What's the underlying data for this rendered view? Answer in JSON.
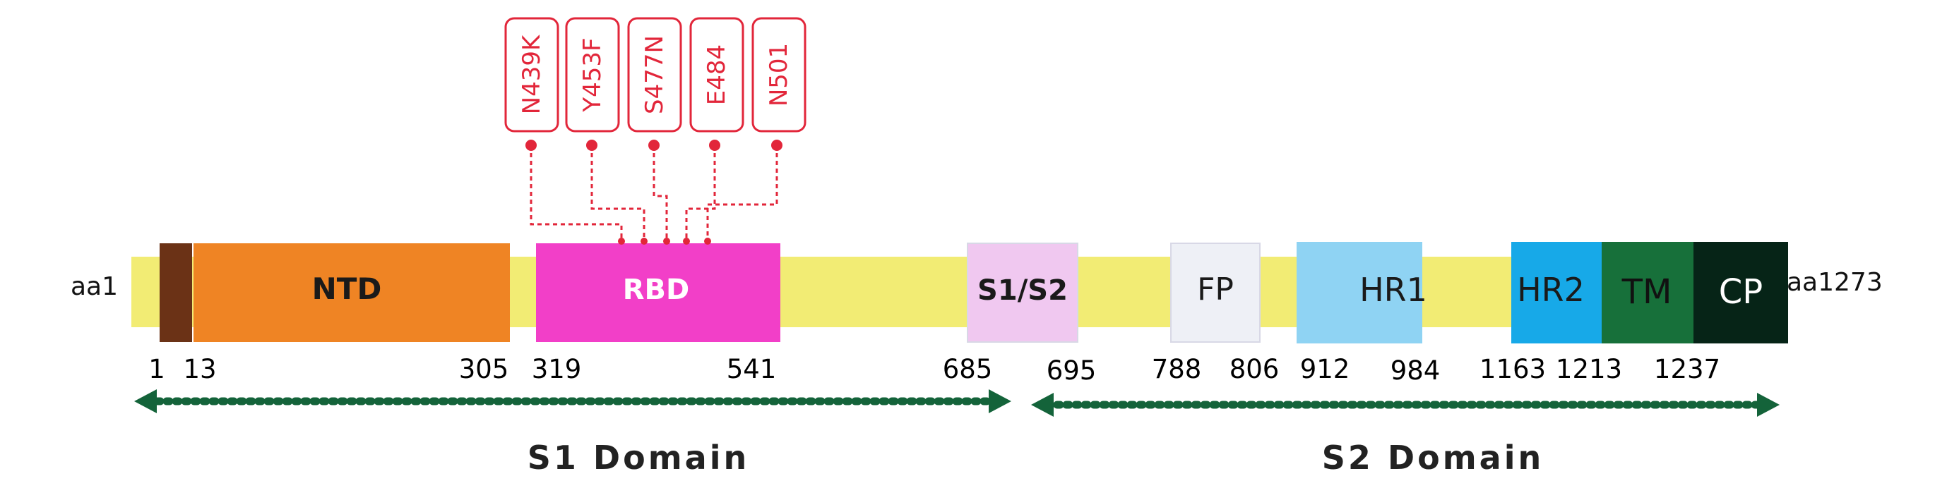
{
  "protein": {
    "start_label": "aa1",
    "end_label": "aa1273",
    "backbone_color": "#f2ec74"
  },
  "domains": [
    {
      "id": "sp",
      "label": "",
      "color": "#6b3216",
      "text_color": "#ffffff",
      "start": "1",
      "end": "13"
    },
    {
      "id": "ntd",
      "label": "NTD",
      "color": "#ef8424",
      "text_color": "#1a1a1a",
      "start": "13",
      "end": "305"
    },
    {
      "id": "rbd",
      "label": "RBD",
      "color": "#f23fc8",
      "text_color": "#ffffff",
      "start": "319",
      "end": "541"
    },
    {
      "id": "s1s2",
      "label": "S1/S2",
      "color": "#f0c8f0",
      "text_color": "#1a1a1a",
      "start": "685",
      "end": "695"
    },
    {
      "id": "fp",
      "label": "FP",
      "color": "#eef0f6",
      "text_color": "#1a1a1a",
      "start": "788",
      "end": "806"
    },
    {
      "id": "hr1",
      "label": "HR1",
      "color": "#8fd3f3",
      "text_color": "#1a1a1a",
      "start": "912",
      "end": "984"
    },
    {
      "id": "hr2",
      "label": "HR2",
      "color": "#17a9e8",
      "text_color": "#1a1a1a",
      "start": "1163",
      "end": "1213"
    },
    {
      "id": "tm",
      "label": "TM",
      "color": "#17703a",
      "text_color": "#111111",
      "start": "1213",
      "end": "1237"
    },
    {
      "id": "cp",
      "label": "CP",
      "color": "#062417",
      "text_color": "#ffffff",
      "start": "1237",
      "end": ""
    }
  ],
  "position_labels": [
    "1",
    "13",
    "305",
    "319",
    "541",
    "685",
    "695",
    "788",
    "806",
    "912",
    "984",
    "1163",
    "1213",
    "1237"
  ],
  "mutations": {
    "color": "#e2263a",
    "items": [
      "N439K",
      "Y453F",
      "S477N",
      "E484",
      "N501"
    ]
  },
  "regions": [
    {
      "label": "S1 Domain",
      "color": "#14633a"
    },
    {
      "label": "S2 Domain",
      "color": "#14633a"
    }
  ]
}
